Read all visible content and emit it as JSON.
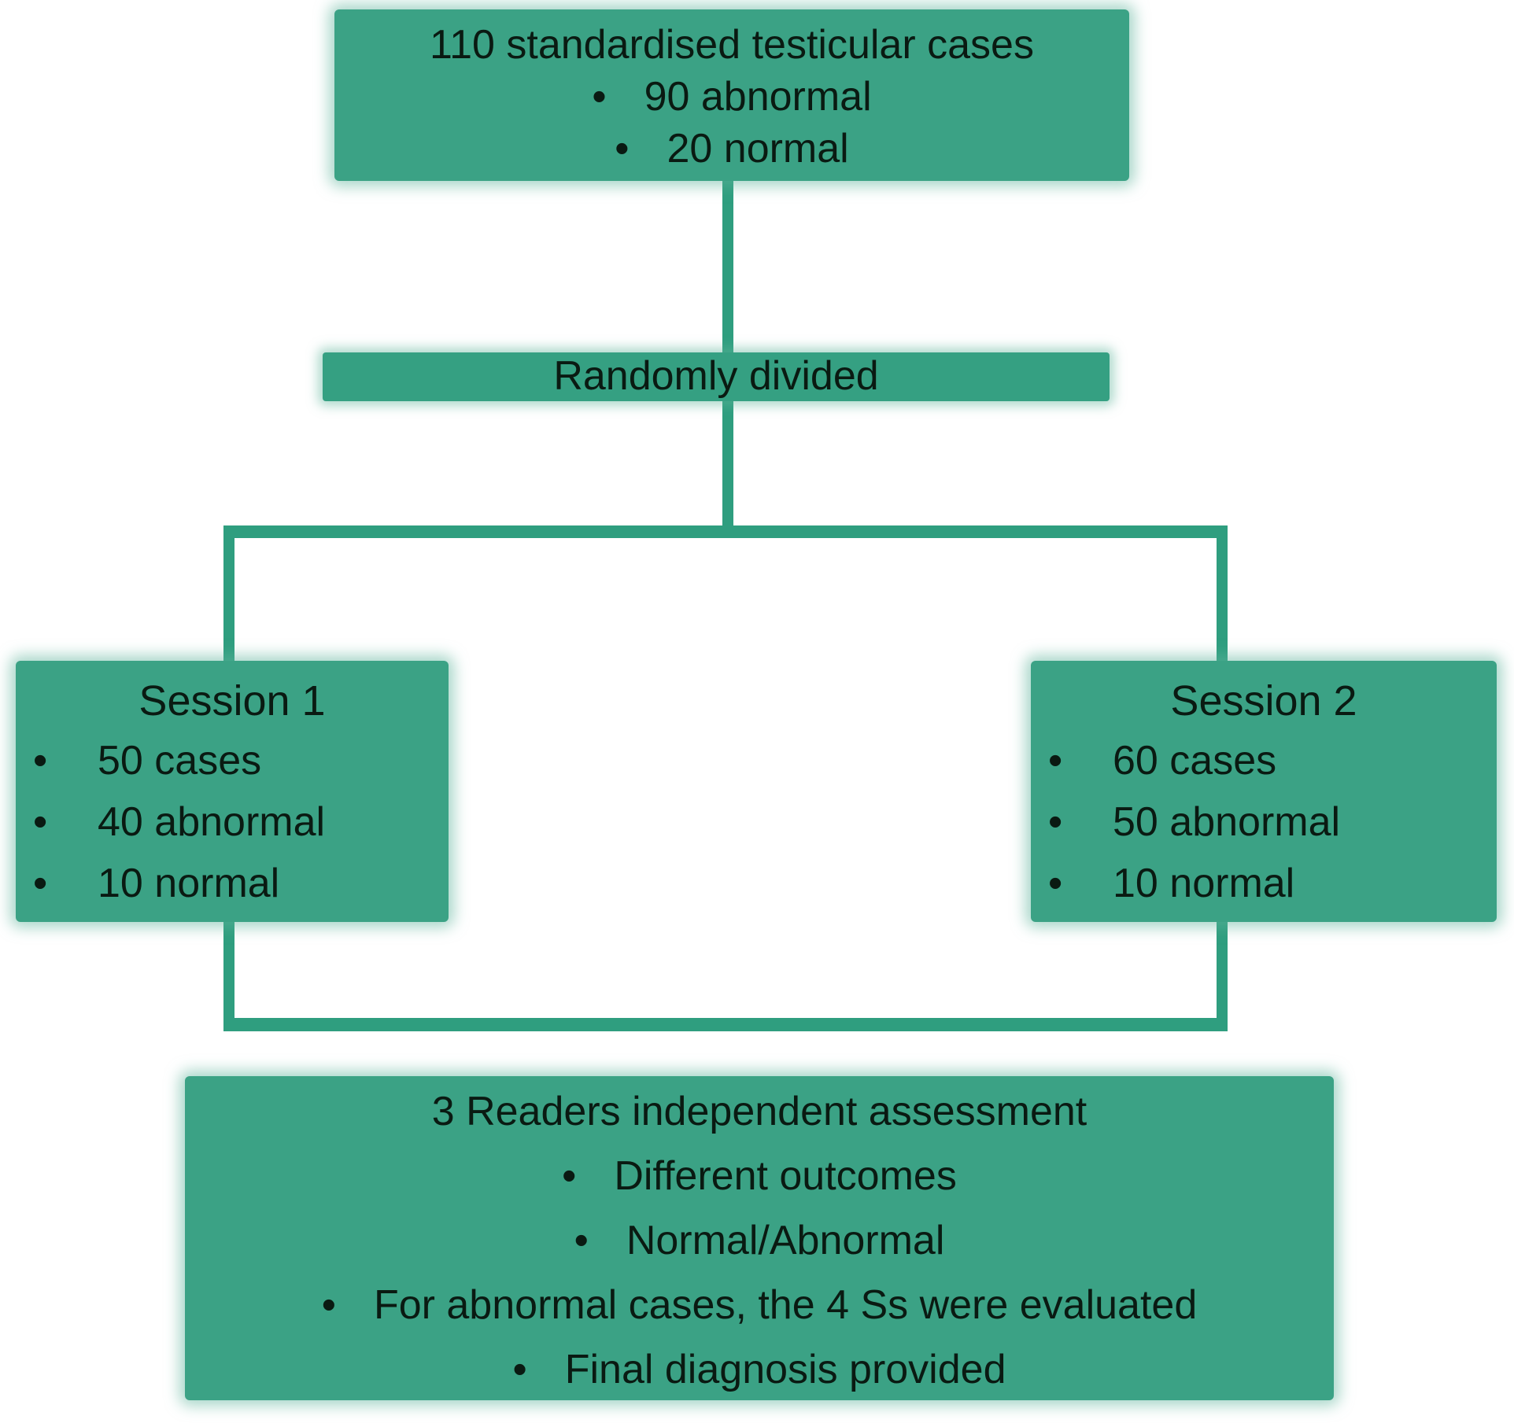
{
  "colors": {
    "box_green": "#3ba285",
    "line_green": "#2f9e7f",
    "text": "#0a1a12",
    "background": "#ffffff"
  },
  "top_box": {
    "title": "110 standardised testicular cases",
    "bullets": [
      "90 abnormal",
      "20 normal"
    ]
  },
  "divider": {
    "label": "Randomly divided"
  },
  "session1": {
    "title": "Session 1",
    "bullets": [
      "50 cases",
      "40 abnormal",
      "10 normal"
    ]
  },
  "session2": {
    "title": "Session 2",
    "bullets": [
      "60 cases",
      "50 abnormal",
      "10 normal"
    ]
  },
  "assessment": {
    "title": "3 Readers independent assessment",
    "bullets": [
      "Different outcomes",
      "Normal/Abnormal",
      "For abnormal cases, the 4 Ss were evaluated",
      "Final diagnosis provided"
    ]
  }
}
